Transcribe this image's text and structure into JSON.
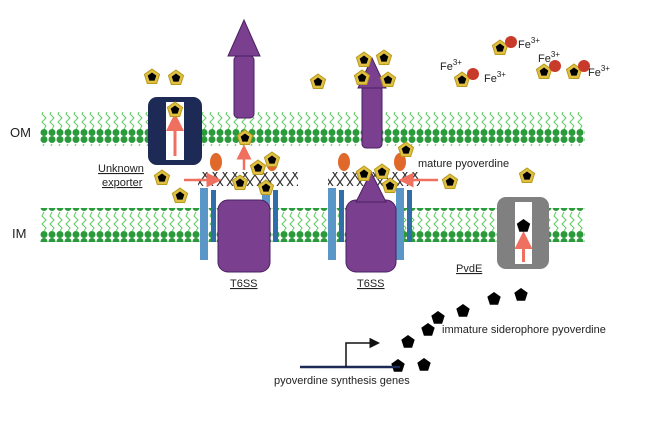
{
  "labels": {
    "om": "OM",
    "im": "IM",
    "unknown_exporter_line1": "Unknown",
    "unknown_exporter_line2": "exporter",
    "mature_pyoverdine": "mature pyoverdine",
    "t6ss_left": "T6SS",
    "t6ss_right": "T6SS",
    "pvde": "PvdE",
    "immature_siderophore": "immature siderophore pyoverdine",
    "synthesis_genes": "pyoverdine synthesis genes"
  },
  "iron": {
    "ion": "Fe",
    "charge": "3+"
  },
  "colors": {
    "membrane_green": "#2a9a3a",
    "membrane_light": "#5ccc5c",
    "t6ss_purple": "#7a3f8f",
    "exporter_navy": "#1d2a55",
    "pvde_gray": "#808080",
    "arrow_red": "#f07060",
    "orange_protein": "#e0682a",
    "blue_anchor": "#5a96c8",
    "siderophore_gold": "#e0c040",
    "iron_red": "#c83a2a",
    "gene_line": "#1d2a55"
  },
  "icons": {
    "siderophore": "pentagon-icon",
    "iron_ion": "iron-ion-icon",
    "peptidoglycan": "cross-hatch-icon"
  }
}
